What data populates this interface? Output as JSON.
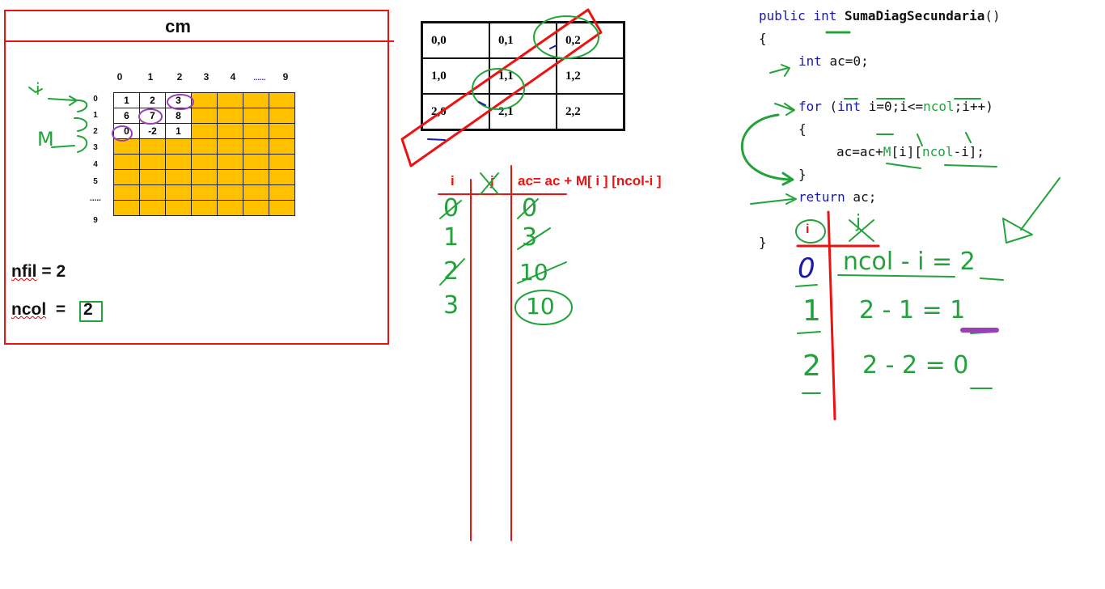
{
  "cm_panel": {
    "title": "cm",
    "col_indices": [
      "0",
      "1",
      "2",
      "3",
      "4",
      "......",
      "9"
    ],
    "row_indices": [
      "0",
      "1",
      "2",
      "3",
      "4",
      "5",
      ".....",
      "9"
    ],
    "grid_values": [
      [
        "1",
        "2",
        "3"
      ],
      [
        "6",
        "7",
        "8"
      ],
      [
        "0",
        "-2",
        "1"
      ]
    ],
    "nfil_label": "nfil",
    "nfil_value": "=  2",
    "ncol_label": "ncol",
    "ncol_value": "=",
    "ncol_number": "2",
    "handwritten_i": "i",
    "handwritten_m": "M"
  },
  "matrix3x3": {
    "cells": [
      [
        "0,0",
        "0,1",
        "0,2"
      ],
      [
        "1,0",
        "1,1",
        "1,2"
      ],
      [
        "2,0",
        "2,1",
        "2,2"
      ]
    ]
  },
  "trace_table": {
    "headers": [
      "i",
      "j",
      "ac= ac + M[ i ] [ncol-i ]"
    ],
    "i_values": [
      "0",
      "1",
      "2",
      "3"
    ],
    "ac_values": [
      "0",
      "3",
      "10",
      "10"
    ]
  },
  "code": {
    "sig_kw1": "public",
    "sig_kw2": "int",
    "sig_name": "SumaDiagSecundaria",
    "sig_parens": "()",
    "open_brace": "{",
    "line_decl_kw": "int",
    "line_decl_rest": " ac=0;",
    "for_kw": "for",
    "for_open": " (",
    "for_int": "int",
    "for_mid": " i=0;i<=",
    "for_ncol": "ncol",
    "for_end": ";i++)",
    "inner_open": "{",
    "body_a": "ac=ac+",
    "body_m": "M",
    "body_b": "[i][",
    "body_ncol": "ncol",
    "body_c": "-i];",
    "inner_close": "}",
    "return_kw": "return",
    "return_rest": " ac;",
    "close_brace": "}"
  },
  "hand_table": {
    "headers": [
      "i",
      "j"
    ],
    "i_values": [
      "0",
      "1",
      "2"
    ],
    "expr_values": [
      "ncol - i = 2",
      "2 - 1 = 1",
      "2 - 2 = 0"
    ]
  }
}
